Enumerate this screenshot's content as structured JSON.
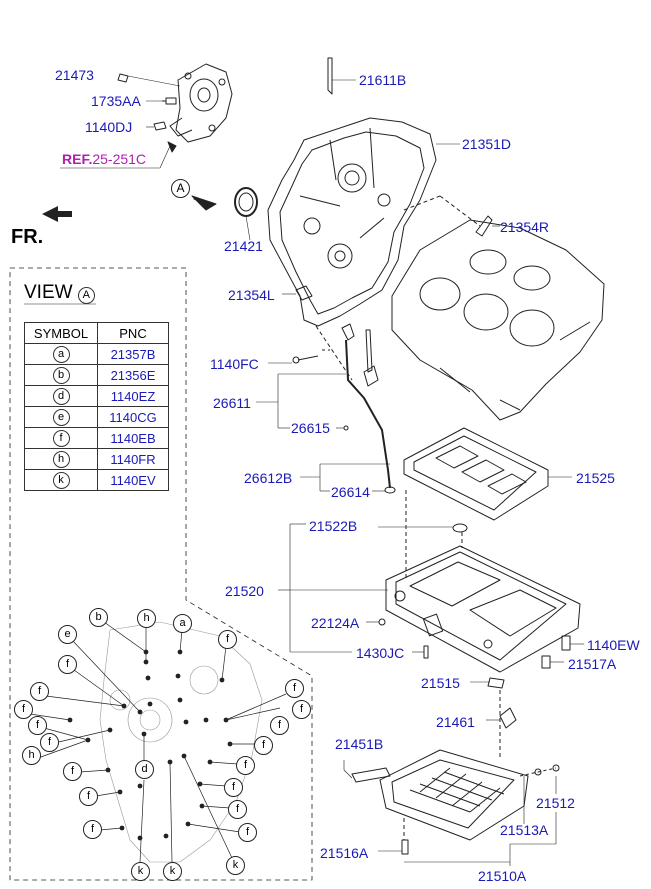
{
  "orientation_label": "FR.",
  "ref_label": {
    "prefix": "REF.",
    "value": "25-251C"
  },
  "view_marker": "A",
  "view_box": {
    "title": "VIEW",
    "marker": "A",
    "headers": {
      "symbol": "SYMBOL",
      "pnc": "PNC"
    },
    "rows": [
      {
        "symbol": "a",
        "pnc": "21357B"
      },
      {
        "symbol": "b",
        "pnc": "21356E"
      },
      {
        "symbol": "d",
        "pnc": "1140EZ"
      },
      {
        "symbol": "e",
        "pnc": "1140CG"
      },
      {
        "symbol": "f",
        "pnc": "1140EB"
      },
      {
        "symbol": "h",
        "pnc": "1140FR"
      },
      {
        "symbol": "k",
        "pnc": "1140EV"
      }
    ]
  },
  "callouts": {
    "p21473": "21473",
    "p1735AA": "1735AA",
    "p1140DJ": "1140DJ",
    "p21611B": "21611B",
    "p21351D": "21351D",
    "p21421": "21421",
    "p21354R": "21354R",
    "p21354L": "21354L",
    "p1140FC": "1140FC",
    "p26611": "26611",
    "p26615": "26615",
    "p26612B": "26612B",
    "p26614": "26614",
    "p21525": "21525",
    "p21522B": "21522B",
    "p21520": "21520",
    "p22124A": "22124A",
    "p1140EW": "1140EW",
    "p1430JC": "1430JC",
    "p21517A": "21517A",
    "p21515": "21515",
    "p21461": "21461",
    "p21451B": "21451B",
    "p21512": "21512",
    "p21513A": "21513A",
    "p21516A": "21516A",
    "p21510A": "21510A"
  },
  "view_markers": {
    "b": "b",
    "h": "h",
    "a": "a",
    "e": "e",
    "f1": "f",
    "f2": "f",
    "f3": "f",
    "f4": "f",
    "f5": "f",
    "f6": "f",
    "f7": "f",
    "f8": "f",
    "f9": "f",
    "f10": "f",
    "f11": "f",
    "f12": "f",
    "f13": "f",
    "f14": "f",
    "f15": "f",
    "f16": "f",
    "f17": "f",
    "h2": "h",
    "d": "d",
    "k1": "k",
    "k2": "k",
    "k3": "k"
  }
}
